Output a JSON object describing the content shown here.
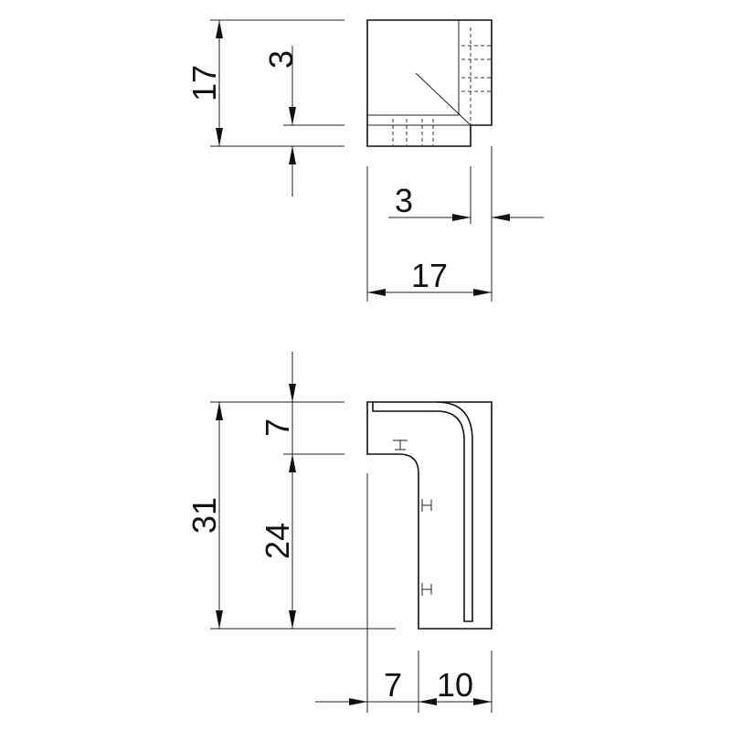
{
  "top_view": {
    "dims": {
      "height": "17",
      "offset_vertical": "3",
      "offset_horizontal": "3",
      "width": "17"
    }
  },
  "side_view": {
    "dims": {
      "total_height": "31",
      "upper": "7",
      "lower": "24",
      "lip": "7",
      "body": "10"
    }
  }
}
